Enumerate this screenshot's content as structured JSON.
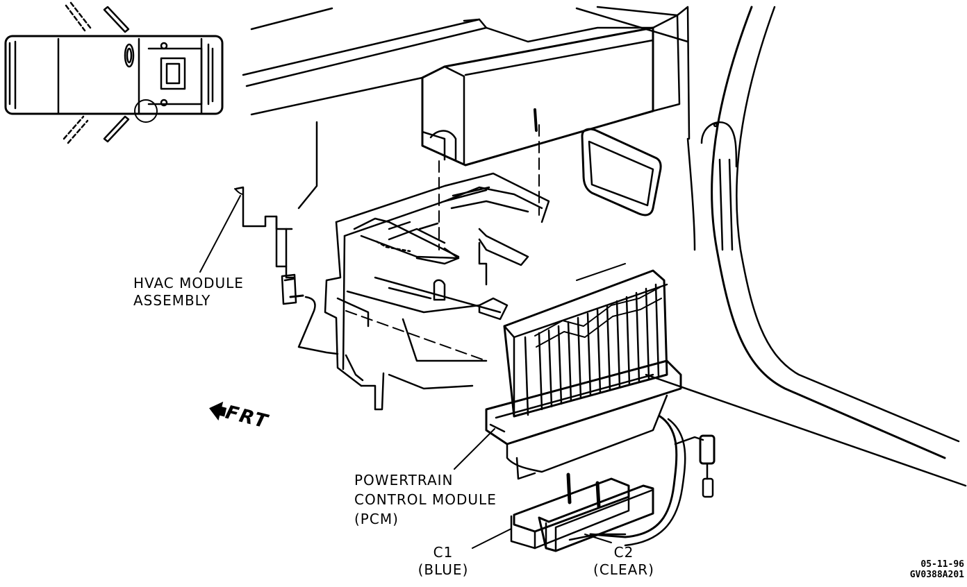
{
  "labels": {
    "hvac": [
      "HVAC MODULE",
      "ASSEMBLY"
    ],
    "pcm": [
      "POWERTRAIN",
      "CONTROL MODULE",
      "(PCM)"
    ],
    "c1": [
      "C1",
      "(BLUE)"
    ],
    "c2": [
      "C2",
      "(CLEAR)"
    ],
    "frt": "FRT"
  },
  "figure_code": [
    "05-11-96",
    "GV0388A201"
  ]
}
